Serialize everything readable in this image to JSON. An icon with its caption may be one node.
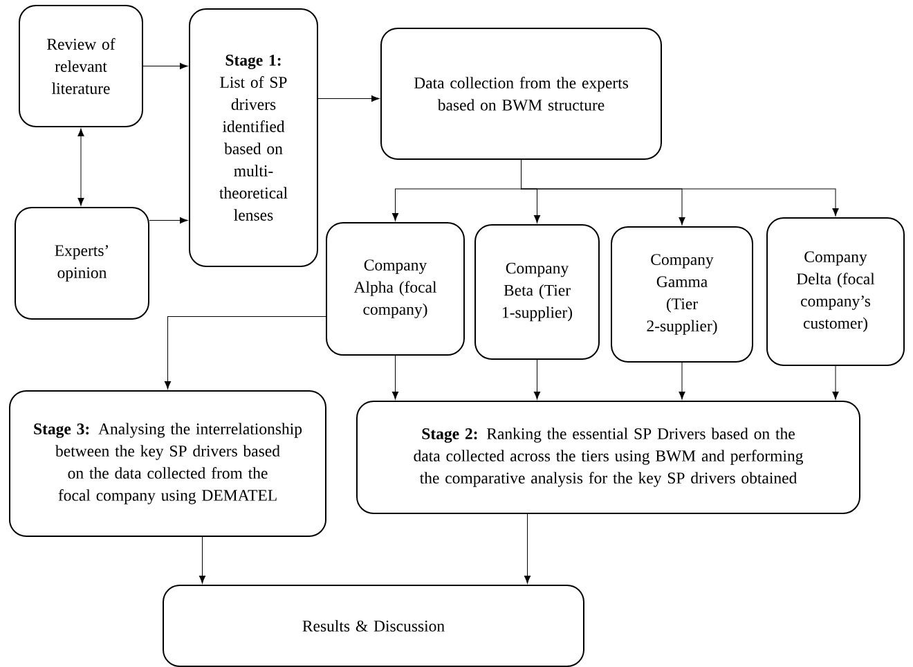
{
  "diagram": {
    "nodes": [
      {
        "text": [
          "Review of relevant literature"
        ]
      },
      {
        "text": [
          "Experts’ opinion"
        ]
      },
      {
        "text": [
          "Stage 1:",
          "List of SP drivers identified based on multi-theoretical lenses"
        ]
      },
      {
        "text": [
          "Data collection from the experts based on BWM structure"
        ]
      },
      {
        "text": [
          "Company Alpha (focal company)"
        ]
      },
      {
        "text": [
          "Company Beta (Tier 1-supplier)"
        ]
      },
      {
        "text": [
          "Company Gamma (Tier 2-supplier)"
        ]
      },
      {
        "text": [
          "Company Delta (focal company’s customer)"
        ]
      },
      {
        "text": [
          "**Stage 3:** Analysing the interrelationship between the key SP drivers based on the data collected from the focal company using DEMATEL"
        ]
      },
      {
        "text": [
          "**Stage 2:** Ranking the essential SP Drivers based on the data collected across the tiers using BWM and performing the comparative analysis for the key SP drivers obtained"
        ]
      },
      {
        "text": [
          "Results & Discussion"
        ]
      }
    ],
    "edges": [
      {
        "from": 0,
        "to": 2,
        "arrow": "to"
      },
      {
        "from": 1,
        "to": 2,
        "arrow": "to"
      },
      {
        "from": 0,
        "to": 1,
        "arrow": "both"
      },
      {
        "from": 2,
        "to": 3,
        "arrow": "to"
      },
      {
        "from": 3,
        "to": 4,
        "arrow": "to"
      },
      {
        "from": 3,
        "to": 5,
        "arrow": "to"
      },
      {
        "from": 3,
        "to": 6,
        "arrow": "to"
      },
      {
        "from": 3,
        "to": 7,
        "arrow": "to"
      },
      {
        "from": 4,
        "to": 8,
        "arrow": "to"
      },
      {
        "from": 4,
        "to": 9,
        "arrow": "to"
      },
      {
        "from": 5,
        "to": 9,
        "arrow": "to"
      },
      {
        "from": 6,
        "to": 9,
        "arrow": "to"
      },
      {
        "from": 7,
        "to": 9,
        "arrow": "to"
      },
      {
        "from": 8,
        "to": 10,
        "arrow": "to"
      },
      {
        "from": 9,
        "to": 10,
        "arrow": "to"
      }
    ]
  }
}
